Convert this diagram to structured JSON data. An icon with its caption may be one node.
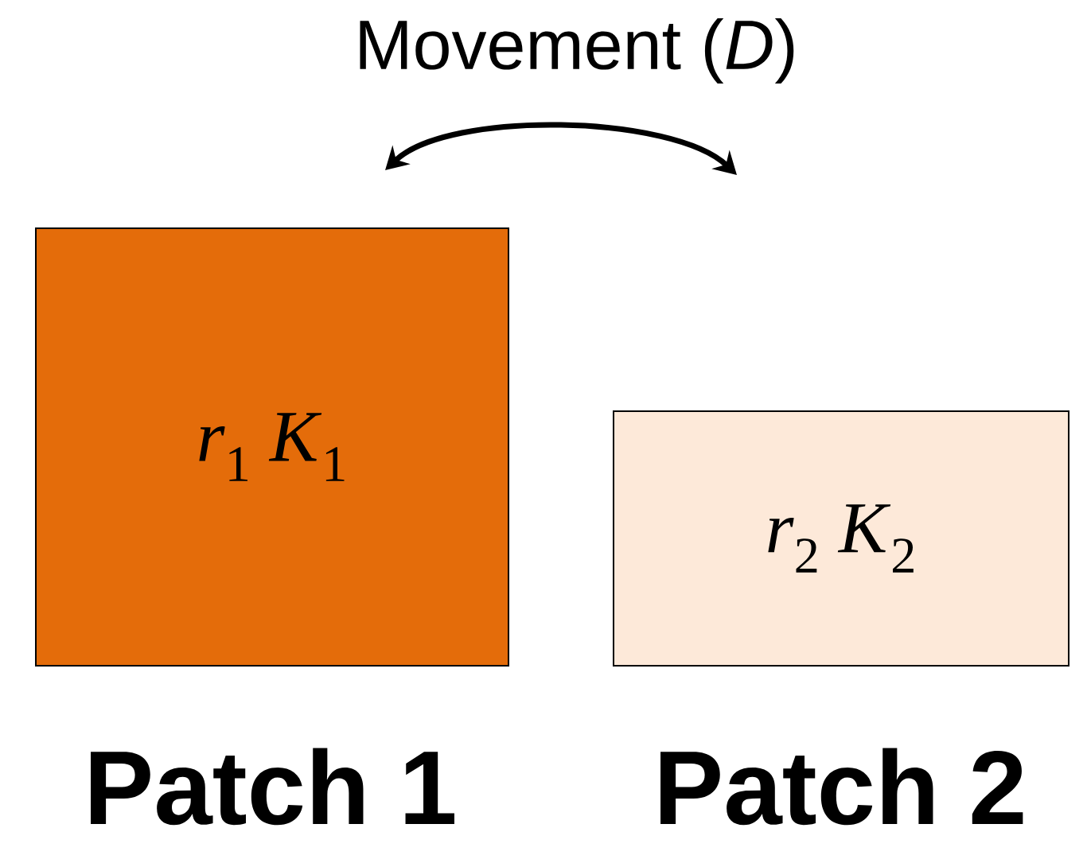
{
  "diagram": {
    "nodes": [
      {
        "text": [
          "*r*$_{1}$ *K*$_{1}$"
        ],
        "beside": [
          "Patch 1"
        ]
      },
      {
        "text": [
          "*r*$_{2}$ *K*$_{2}$"
        ],
        "beside": [
          "Patch 2"
        ]
      }
    ],
    "labels": [
      "Movement (*D*)"
    ]
  }
}
